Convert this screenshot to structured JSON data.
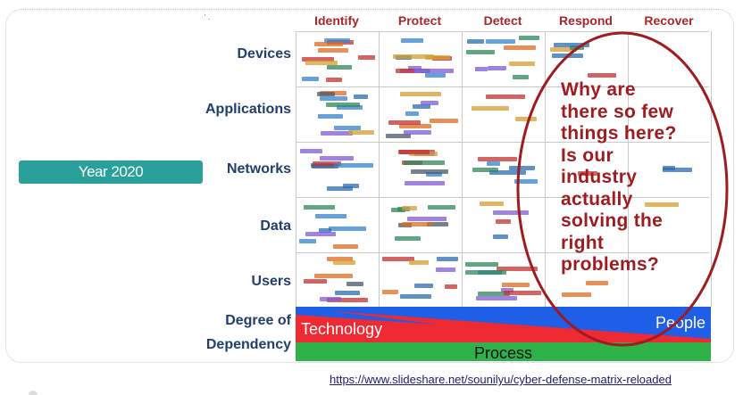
{
  "year_badge": "Year 2020",
  "columns": [
    "Identify",
    "Protect",
    "Detect",
    "Respond",
    "Recover"
  ],
  "rows": [
    "Devices",
    "Applications",
    "Networks",
    "Data",
    "Users"
  ],
  "dependency": {
    "label_line1": "Degree of",
    "label_line2": "Dependency",
    "technology": "Technology",
    "people": "People",
    "process": "Process"
  },
  "callout": {
    "lines": [
      "Why are",
      "there so few",
      "things here?",
      "Is our",
      "industry",
      "actually",
      "solving the",
      "right",
      "problems?"
    ]
  },
  "source_url": "https://www.slideshare.net/sounilyu/cyber-defense-matrix-reloaded",
  "colors": {
    "column_header": "#a7272b",
    "row_header": "#1f3e6e",
    "year_badge": "#2aa09b",
    "technology": "#ef2a33",
    "people": "#1f5ee6",
    "process": "#2fb24a",
    "callout": "#9e1b1f"
  }
}
